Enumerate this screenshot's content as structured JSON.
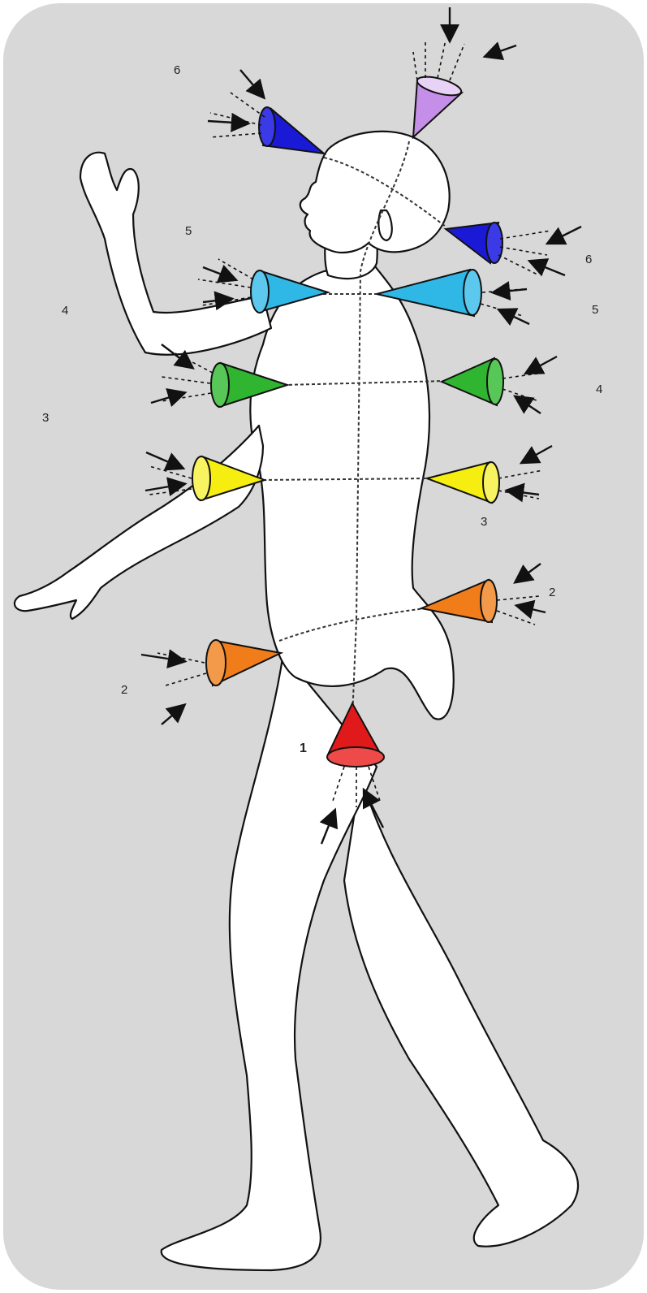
{
  "colors": {
    "background": "#d8d8d8",
    "root": "#e01a1a",
    "sacral": "#f07d1a",
    "solar_plexus": "#f5ee10",
    "heart": "#2fb52f",
    "throat": "#2fb8e6",
    "third_eye": "#1a1ad6",
    "crown": "#c58ee8",
    "line": "#111111"
  },
  "labels": {
    "front": [
      "6",
      "5",
      "4",
      "3",
      "2",
      "1"
    ],
    "back": [
      "6",
      "5",
      "4",
      "3",
      "2"
    ]
  }
}
